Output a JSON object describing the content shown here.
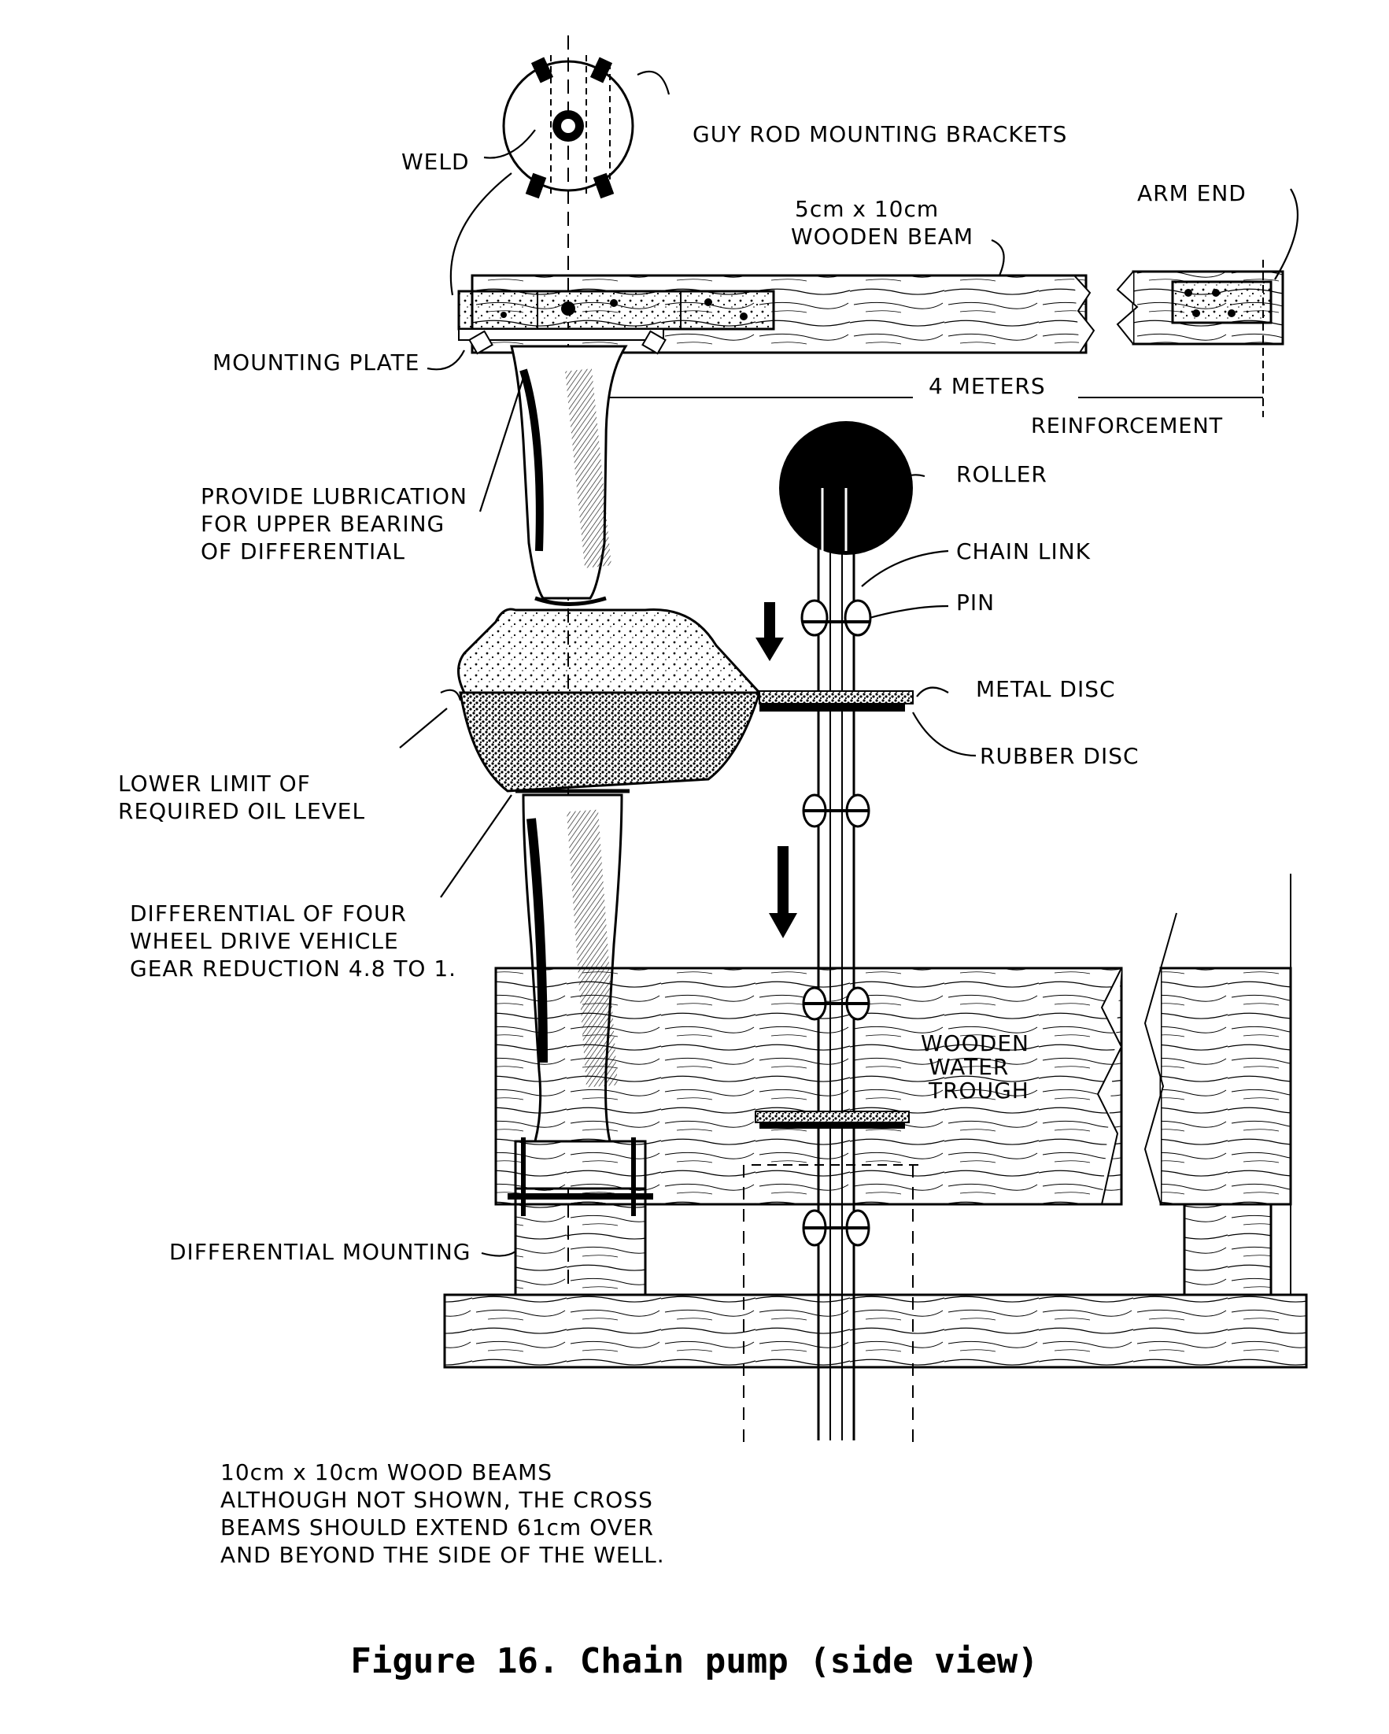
{
  "labels": {
    "guy_rod": "GUY ROD MOUNTING BRACKETS",
    "weld": "WELD",
    "arm_end": "ARM END",
    "beam_1": "5cm x 10cm",
    "beam_2": "WOODEN BEAM",
    "mounting_plate": "MOUNTING PLATE",
    "four_meters": "4 METERS",
    "reinforcement": "REINFORCEMENT",
    "lubrication_1": "PROVIDE LUBRICATION",
    "lubrication_2": "FOR UPPER BEARING",
    "lubrication_3": "OF DIFFERENTIAL",
    "roller": "ROLLER",
    "chain_link": "CHAIN LINK",
    "pin": "PIN",
    "metal_disc": "METAL DISC",
    "rubber_disc": "RUBBER DISC",
    "oil_1": "LOWER LIMIT OF",
    "oil_2": "REQUIRED OIL LEVEL",
    "diff_1": "DIFFERENTIAL OF FOUR",
    "diff_2": "WHEEL DRIVE VEHICLE",
    "diff_3": "GEAR REDUCTION 4.8 TO 1.",
    "trough_1": "WOODEN",
    "trough_2": "WATER",
    "trough_3": "TROUGH",
    "diff_mounting": "DIFFERENTIAL MOUNTING",
    "note_1": "10cm x 10cm WOOD BEAMS",
    "note_2": "ALTHOUGH NOT SHOWN, THE CROSS",
    "note_3": "BEAMS SHOULD EXTEND 61cm OVER",
    "note_4": "AND BEYOND THE SIDE OF THE WELL."
  },
  "caption": "Figure 16. Chain pump (side view)"
}
